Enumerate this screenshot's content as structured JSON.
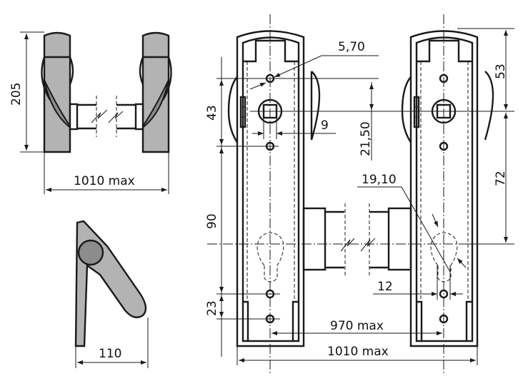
{
  "drawing": {
    "top_view": {
      "height_label": "205",
      "width_label": "1010 max"
    },
    "side_view": {
      "length_label": "110"
    },
    "front_view": {
      "hole_diameter_label": "5,70",
      "spindle_square_label": "9",
      "hole_spacing_top_label": "43",
      "spindle_offset_label": "21,50",
      "hole_to_cylinder_label": "90",
      "bottom_hole_spacing_label": "23",
      "cylinder_diameter_label": "19,10",
      "cylinder_width_label": "12",
      "inner_width_label": "970 max",
      "outer_width_label": "1010 max",
      "top_to_spindle_label": "53",
      "spindle_to_cylinder_label": "72"
    }
  }
}
